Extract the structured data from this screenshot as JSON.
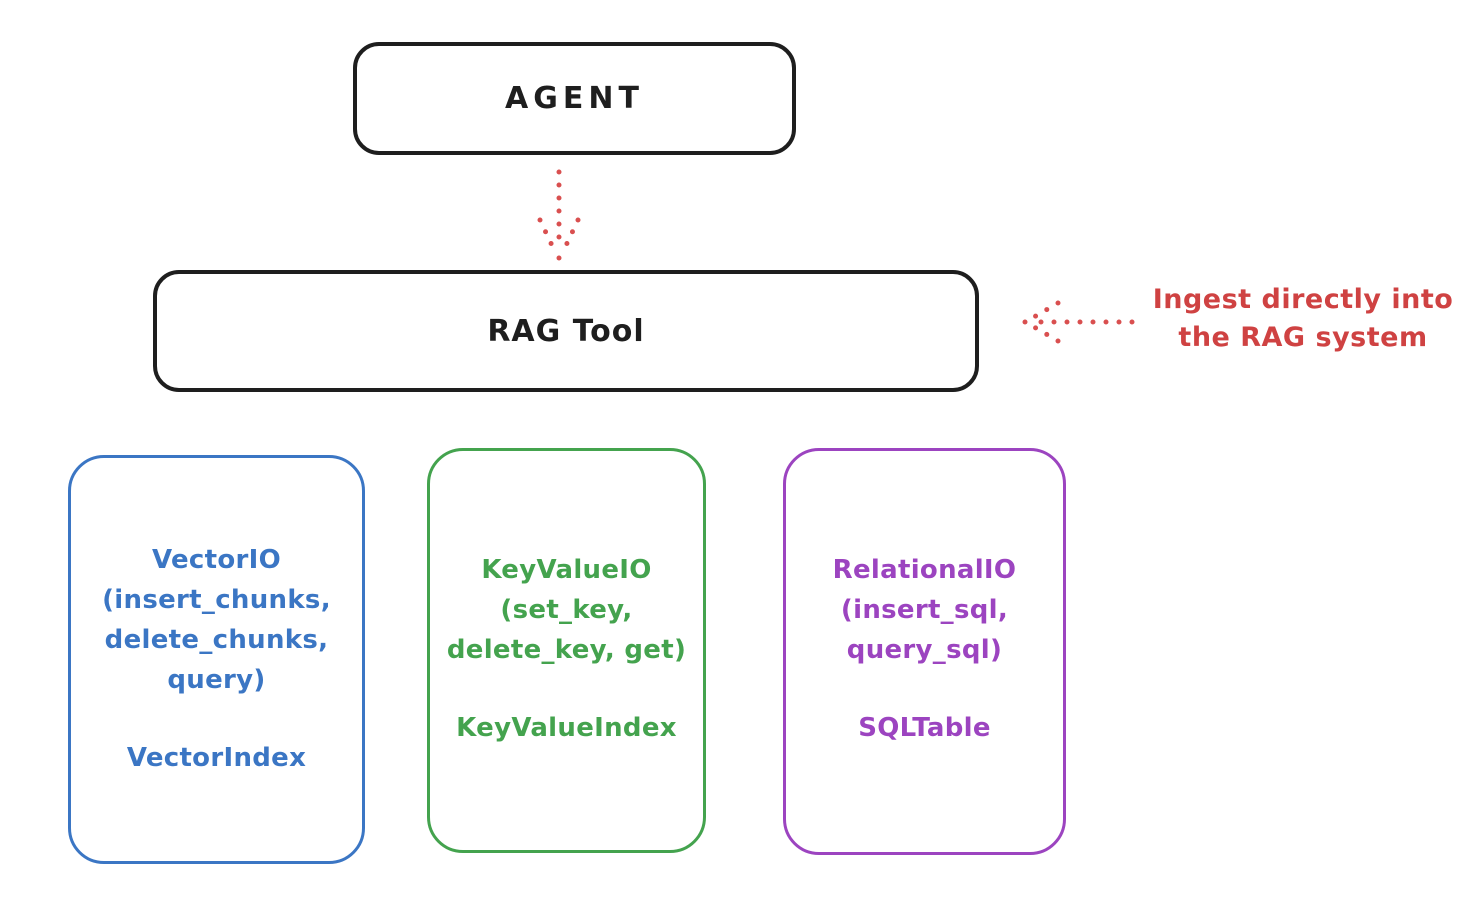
{
  "nodes": {
    "agent": {
      "label": "AGENT"
    },
    "rag_tool": {
      "label": "RAG Tool"
    }
  },
  "annotation": {
    "line1": "Ingest directly into",
    "line2": "the RAG system"
  },
  "stores": [
    {
      "name": "VectorIO",
      "lines": [
        "VectorIO",
        "(insert_chunks,",
        "delete_chunks,",
        "query)"
      ],
      "index_label": "VectorIndex",
      "color": "#3b76c4"
    },
    {
      "name": "KeyValueIO",
      "lines": [
        "KeyValueIO",
        "(set_key,",
        "delete_key, get)"
      ],
      "index_label": "KeyValueIndex",
      "color": "#44a34e"
    },
    {
      "name": "RelationalIO",
      "lines": [
        "RelationalIO",
        "(insert_sql,",
        "query_sql)"
      ],
      "index_label": "SQLTable",
      "color": "#9c44c0"
    }
  ],
  "theme": {
    "ink": "#1e1e1e",
    "red": "#d94f4f",
    "red-text": "#cf4242",
    "blue": "#3b76c4",
    "green": "#44a34e",
    "purple": "#9c44c0",
    "background": "#ffffff"
  }
}
